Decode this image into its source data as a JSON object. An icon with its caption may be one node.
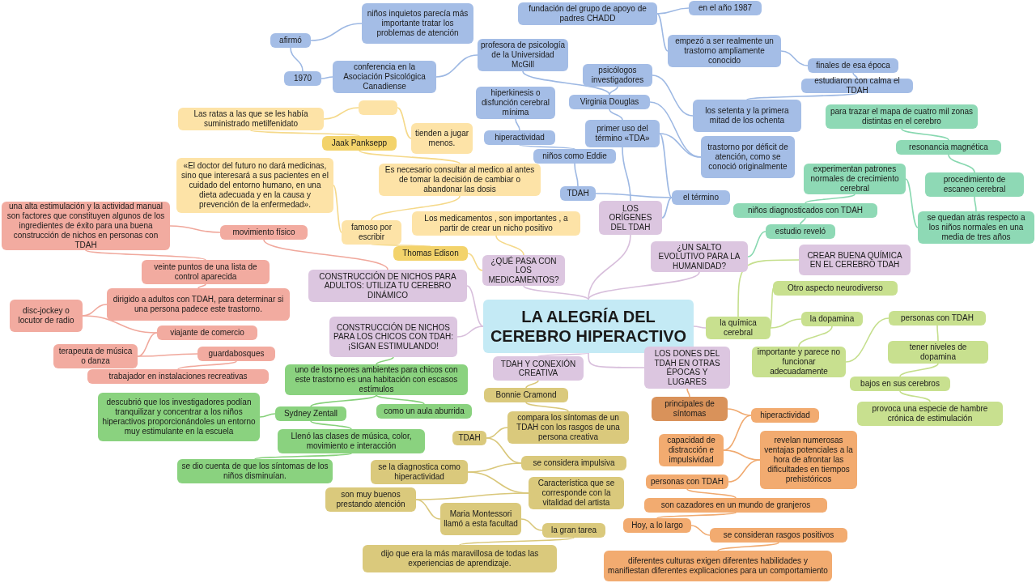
{
  "diagram": {
    "nodes": [
      {
        "text": [
          "LA ALEGRÍA DEL CEREBRO HIPERACTIVO"
        ]
      },
      {
        "text": [
          "LOS ORÍGENES DEL TDAH"
        ]
      },
      {
        "text": [
          "el término"
        ]
      },
      {
        "text": [
          "TDAH"
        ]
      },
      {
        "text": [
          "niños como Eddie"
        ]
      },
      {
        "text": [
          "hiperactividad"
        ]
      },
      {
        "text": [
          "hiperkinesis o disfunción cerebral mínima"
        ]
      },
      {
        "text": [
          "primer uso del término «TDA»"
        ]
      },
      {
        "text": [
          "Virginia Douglas"
        ]
      },
      {
        "text": [
          "psicólogos investigadores"
        ]
      },
      {
        "text": [
          "profesora de psicología de la Universidad McGill"
        ]
      },
      {
        "text": [
          "conferencia en la Asociación Psicológica Canadiense"
        ]
      },
      {
        "text": [
          "1970"
        ]
      },
      {
        "text": [
          "afirmó"
        ]
      },
      {
        "text": [
          "niños inquietos parecía más importante tratar los problemas de atención"
        ]
      },
      {
        "text": [
          "los setenta y la primera mitad de los ochenta"
        ]
      },
      {
        "text": [
          "estudiaron con calma el TDAH"
        ]
      },
      {
        "text": [
          "finales de esa época"
        ]
      },
      {
        "text": [
          "empezó a ser realmente un trastorno ampliamente conocido"
        ]
      },
      {
        "text": [
          "fundación del grupo de apoyo de padres CHADD"
        ]
      },
      {
        "text": [
          "en el año 1987"
        ]
      },
      {
        "text": [
          "trastorno por déficit de atención, como se conoció originalmente"
        ]
      },
      {
        "text": [
          "¿QUÉ PASA CON LOS MEDICAMENTOS?"
        ]
      },
      {
        "text": [
          "Thomas Edison"
        ]
      },
      {
        "text": [
          "famoso por escribir"
        ]
      },
      {
        "text": [
          "«El doctor del futuro no dará medicinas, sino que interesará a sus pacientes en el cuidado del entorno humano, en una dieta adecuada y en la causa y prevención de la enfermedad»."
        ]
      },
      {
        "text": [
          "Los medicamentos , son importantes , a partir de crear un nicho positivo"
        ]
      },
      {
        "text": [
          "Es necesario consultar al medico al antes de tomar la decisión de cambiar o abandonar las dosis"
        ]
      },
      {
        "text": [
          "Jaak Panksepp"
        ]
      },
      {
        "text": [
          "Las ratas a las que se les había suministrado metilfenidato"
        ]
      },
      {
        "text": [],
        "shape": "box"
      },
      {
        "text": [
          "tienden a jugar menos."
        ]
      },
      {
        "text": [
          "CONSTRUCCIÓN DE NICHOS PARA ADULTOS: UTILIZA TU CEREBRO DINÁMICO"
        ]
      },
      {
        "text": [
          "movimiento físico"
        ]
      },
      {
        "text": [
          "una alta estimulación y la actividad manual son factores que constituyen algunos de los ingredientes de éxito para una buena construcción de nichos en personas con TDAH"
        ]
      },
      {
        "text": [
          "veinte puntos de una lista de control aparecida"
        ]
      },
      {
        "text": [
          "dirigido a adultos con TDAH, para determinar si una persona padece este trastorno."
        ]
      },
      {
        "text": [
          "disc-jockey o locutor de radio"
        ]
      },
      {
        "text": [
          "viajante de comercio"
        ]
      },
      {
        "text": [
          "terapeuta de música o danza"
        ]
      },
      {
        "text": [
          "guardabosques"
        ]
      },
      {
        "text": [
          "trabajador en instalaciones recreativas"
        ]
      },
      {
        "text": [
          "CONSTRUCCIÓN DE NICHOS PARA LOS CHICOS CON TDAH: ¡SIGAN ESTIMULANDO!"
        ]
      },
      {
        "text": [
          "uno de los peores ambientes para chicos con este trastorno es una habitación con escasos estímulos"
        ]
      },
      {
        "text": [
          "como un aula aburrida"
        ]
      },
      {
        "text": [
          "Sydney Zentall"
        ]
      },
      {
        "text": [
          "descubrió que los investigadores podían tranquilizar y concentrar a los niños hiperactivos proporcionándoles un entorno muy estimulante en la escuela"
        ]
      },
      {
        "text": [
          "Llenó las clases de música, color, movimiento e interacción"
        ]
      },
      {
        "text": [
          "se dio cuenta de que los síntomas de los niños disminuían."
        ]
      },
      {
        "text": [
          "TDAH Y CONEXIÓN CREATIVA"
        ]
      },
      {
        "text": [
          "Bonnie Cramond"
        ]
      },
      {
        "text": [
          "compara los síntomas de un TDAH con los rasgos de una persona creativa"
        ]
      },
      {
        "text": [
          "TDAH"
        ]
      },
      {
        "text": [
          "se considera impulsiva"
        ]
      },
      {
        "text": [
          "se la diagnostica como hiperactividad"
        ]
      },
      {
        "text": [
          "Característica que se corresponde con la vitalidad del artista"
        ]
      },
      {
        "text": [
          "son muy buenos prestando atención"
        ]
      },
      {
        "text": [
          "Maria Montessori llamó a esta facultad"
        ]
      },
      {
        "text": [
          "la gran tarea"
        ]
      },
      {
        "text": [
          "dijo que era la más maravillosa de todas las experiencias de aprendizaje."
        ]
      },
      {
        "text": [
          "LOS DONES DEL TDAH EN OTRAS ÉPOCAS Y LUGARES"
        ]
      },
      {
        "text": [
          "principales de síntomas"
        ]
      },
      {
        "text": [
          "hiperactividad"
        ]
      },
      {
        "text": [
          "capacidad de distracción e impulsividad"
        ]
      },
      {
        "text": [
          "revelan numerosas ventajas potenciales a la hora de afrontar las dificultades en tiempos prehistóricos"
        ]
      },
      {
        "text": [
          "personas con TDAH"
        ]
      },
      {
        "text": [
          "son cazadores en un mundo de granjeros"
        ]
      },
      {
        "text": [
          "Hoy, a lo largo"
        ]
      },
      {
        "text": [
          "se consideran rasgos positivos"
        ]
      },
      {
        "text": [
          "diferentes culturas exigen diferentes habilidades y manifiestan diferentes explicaciones para un comportamiento"
        ]
      },
      {
        "text": [
          "CREAR BUENA QUÍMICA EN EL CEREBRO TDAH"
        ]
      },
      {
        "text": [
          "la química cerebral"
        ]
      },
      {
        "text": [
          "Otro aspecto neurodiverso"
        ]
      },
      {
        "text": [
          "la dopamina"
        ]
      },
      {
        "text": [
          "importante y parece no funcionar adecuadamente"
        ]
      },
      {
        "text": [
          "personas con TDAH"
        ]
      },
      {
        "text": [
          "tener niveles de dopamina"
        ]
      },
      {
        "text": [
          "bajos en sus cerebros"
        ]
      },
      {
        "text": [
          "provoca una especie de hambre crónica de estimulación"
        ]
      },
      {
        "text": [
          "¿UN SALTO EVOLUTIVO PARA LA HUMANIDAD?"
        ]
      },
      {
        "text": [
          "estudio reveló"
        ]
      },
      {
        "text": [
          "niños diagnosticados con TDAH"
        ]
      },
      {
        "text": [
          "experimentan patrones normales de crecimiento cerebral"
        ]
      },
      {
        "text": [
          "se quedan atrás respecto a los niños normales en una media de tres años"
        ]
      },
      {
        "text": [
          "procedimiento de escaneo cerebral"
        ]
      },
      {
        "text": [
          "resonancia magnética"
        ]
      },
      {
        "text": [
          "para trazar el mapa de cuatro mil zonas distintas en el cerebro"
        ]
      }
    ],
    "edges": [
      {
        "from": 0,
        "to": 1,
        "arrow": "none",
        "color": "#d8bfdc"
      },
      {
        "from": 1,
        "to": 2,
        "arrow": "none",
        "color": "#9db8e3"
      },
      {
        "from": 2,
        "to": 3,
        "arrow": "none",
        "color": "#9db8e3"
      },
      {
        "from": 3,
        "to": 4,
        "arrow": "none",
        "color": "#9db8e3"
      },
      {
        "from": 4,
        "to": 5,
        "arrow": "none",
        "color": "#9db8e3"
      },
      {
        "from": 5,
        "to": 6,
        "arrow": "none",
        "color": "#9db8e3"
      },
      {
        "from": 1,
        "to": 7,
        "arrow": "none",
        "color": "#9db8e3"
      },
      {
        "from": 7,
        "to": 2,
        "arrow": "none",
        "color": "#9db8e3"
      },
      {
        "from": 7,
        "to": 8,
        "arrow": "none",
        "color": "#9db8e3"
      },
      {
        "from": 7,
        "to": 21,
        "arrow": "none",
        "color": "#9db8e3"
      },
      {
        "from": 8,
        "to": 21,
        "arrow": "none",
        "color": "#9db8e3"
      },
      {
        "from": 8,
        "to": 9,
        "arrow": "none",
        "color": "#9db8e3"
      },
      {
        "from": 9,
        "to": 15,
        "arrow": "none",
        "color": "#9db8e3"
      },
      {
        "from": 15,
        "to": 16,
        "arrow": "none",
        "color": "#9db8e3"
      },
      {
        "from": 16,
        "to": 17,
        "arrow": "none",
        "color": "#9db8e3"
      },
      {
        "from": 17,
        "to": 18,
        "arrow": "none",
        "color": "#9db8e3"
      },
      {
        "from": 18,
        "to": 19,
        "arrow": "none",
        "color": "#9db8e3"
      },
      {
        "from": 19,
        "to": 20,
        "arrow": "none",
        "color": "#9db8e3"
      },
      {
        "from": 8,
        "to": 10,
        "arrow": "none",
        "color": "#9db8e3"
      },
      {
        "from": 10,
        "to": 11,
        "arrow": "none",
        "color": "#9db8e3"
      },
      {
        "from": 11,
        "to": 12,
        "arrow": "none",
        "color": "#9db8e3"
      },
      {
        "from": 12,
        "to": 13,
        "arrow": "none",
        "color": "#9db8e3"
      },
      {
        "from": 13,
        "to": 14,
        "arrow": "none",
        "color": "#9db8e3"
      },
      {
        "from": 0,
        "to": 22,
        "arrow": "none",
        "color": "#d8bfdc"
      },
      {
        "from": 22,
        "to": 23,
        "arrow": "none",
        "color": "#f5d98a"
      },
      {
        "from": 23,
        "to": 24,
        "arrow": "none",
        "color": "#f5d98a"
      },
      {
        "from": 24,
        "to": 25,
        "arrow": "none",
        "color": "#f5d98a"
      },
      {
        "from": 22,
        "to": 26,
        "arrow": "none",
        "color": "#f5d98a"
      },
      {
        "from": 24,
        "to": 27,
        "arrow": "none",
        "color": "#f5d98a"
      },
      {
        "from": 27,
        "to": 28,
        "arrow": "none",
        "color": "#f5d98a"
      },
      {
        "from": 28,
        "to": 29,
        "arrow": "none",
        "color": "#f5d98a"
      },
      {
        "from": 29,
        "to": 30,
        "arrow": "none",
        "color": "#f5d98a"
      },
      {
        "from": 30,
        "to": 31,
        "arrow": "none",
        "color": "#f5d98a"
      },
      {
        "from": 0,
        "to": 32,
        "arrow": "none",
        "color": "#d8bfdc"
      },
      {
        "from": 32,
        "to": 33,
        "arrow": "none",
        "color": "#f0a89c"
      },
      {
        "from": 33,
        "to": 34,
        "arrow": "none",
        "color": "#f0a89c"
      },
      {
        "from": 34,
        "to": 35,
        "arrow": "none",
        "color": "#f0a89c"
      },
      {
        "from": 35,
        "to": 36,
        "arrow": "none",
        "color": "#f0a89c"
      },
      {
        "from": 36,
        "to": 37,
        "arrow": "none",
        "color": "#f0a89c"
      },
      {
        "from": 37,
        "to": 38,
        "arrow": "none",
        "color": "#f0a89c"
      },
      {
        "from": 38,
        "to": 39,
        "arrow": "none",
        "color": "#f0a89c"
      },
      {
        "from": 39,
        "to": 40,
        "arrow": "none",
        "color": "#f0a89c"
      },
      {
        "from": 40,
        "to": 41,
        "arrow": "none",
        "color": "#f0a89c"
      },
      {
        "from": 0,
        "to": 42,
        "arrow": "none",
        "color": "#d8bfdc"
      },
      {
        "from": 42,
        "to": 43,
        "arrow": "none",
        "color": "#86d07a"
      },
      {
        "from": 43,
        "to": 44,
        "arrow": "none",
        "color": "#86d07a"
      },
      {
        "from": 43,
        "to": 45,
        "arrow": "none",
        "color": "#86d07a"
      },
      {
        "from": 45,
        "to": 46,
        "arrow": "none",
        "color": "#86d07a"
      },
      {
        "from": 45,
        "to": 47,
        "arrow": "none",
        "color": "#86d07a"
      },
      {
        "from": 47,
        "to": 48,
        "arrow": "none",
        "color": "#86d07a"
      },
      {
        "from": 0,
        "to": 49,
        "arrow": "none",
        "color": "#d8bfdc"
      },
      {
        "from": 49,
        "to": 50,
        "arrow": "none",
        "color": "#d9c77a"
      },
      {
        "from": 50,
        "to": 51,
        "arrow": "none",
        "color": "#d9c77a"
      },
      {
        "from": 51,
        "to": 52,
        "arrow": "none",
        "color": "#d9c77a"
      },
      {
        "from": 52,
        "to": 53,
        "arrow": "none",
        "color": "#d9c77a"
      },
      {
        "from": 53,
        "to": 54,
        "arrow": "none",
        "color": "#d9c77a"
      },
      {
        "from": 54,
        "to": 55,
        "arrow": "none",
        "color": "#d9c77a"
      },
      {
        "from": 55,
        "to": 56,
        "arrow": "none",
        "color": "#d9c77a"
      },
      {
        "from": 56,
        "to": 57,
        "arrow": "none",
        "color": "#d9c77a"
      },
      {
        "from": 57,
        "to": 58,
        "arrow": "none",
        "color": "#d9c77a"
      },
      {
        "from": 58,
        "to": 59,
        "arrow": "none",
        "color": "#d9c77a"
      },
      {
        "from": 0,
        "to": 60,
        "arrow": "none",
        "color": "#d8bfdc"
      },
      {
        "from": 60,
        "to": 61,
        "arrow": "none",
        "color": "#f0aa70"
      },
      {
        "from": 61,
        "to": 62,
        "arrow": "none",
        "color": "#f0aa70"
      },
      {
        "from": 62,
        "to": 63,
        "arrow": "none",
        "color": "#f0aa70"
      },
      {
        "from": 63,
        "to": 64,
        "arrow": "none",
        "color": "#f0aa70"
      },
      {
        "from": 64,
        "to": 65,
        "arrow": "none",
        "color": "#f0aa70"
      },
      {
        "from": 65,
        "to": 66,
        "arrow": "none",
        "color": "#f0aa70"
      },
      {
        "from": 66,
        "to": 67,
        "arrow": "none",
        "color": "#f0aa70"
      },
      {
        "from": 67,
        "to": 68,
        "arrow": "none",
        "color": "#f0aa70"
      },
      {
        "from": 68,
        "to": 69,
        "arrow": "none",
        "color": "#f0aa70"
      },
      {
        "from": 0,
        "to": 71,
        "arrow": "none",
        "color": "#d8bfdc"
      },
      {
        "from": 71,
        "to": 70,
        "arrow": "none",
        "color": "#c5df8d"
      },
      {
        "from": 71,
        "to": 72,
        "arrow": "none",
        "color": "#c5df8d"
      },
      {
        "from": 71,
        "to": 73,
        "arrow": "none",
        "color": "#c5df8d"
      },
      {
        "from": 73,
        "to": 74,
        "arrow": "none",
        "color": "#c5df8d"
      },
      {
        "from": 74,
        "to": 75,
        "arrow": "none",
        "color": "#c5df8d"
      },
      {
        "from": 75,
        "to": 76,
        "arrow": "none",
        "color": "#c5df8d"
      },
      {
        "from": 76,
        "to": 77,
        "arrow": "none",
        "color": "#c5df8d"
      },
      {
        "from": 77,
        "to": 78,
        "arrow": "none",
        "color": "#c5df8d"
      },
      {
        "from": 0,
        "to": 79,
        "arrow": "none",
        "color": "#d8bfdc"
      },
      {
        "from": 79,
        "to": 80,
        "arrow": "none",
        "color": "#88d8b0"
      },
      {
        "from": 80,
        "to": 81,
        "arrow": "none",
        "color": "#88d8b0"
      },
      {
        "from": 81,
        "to": 82,
        "arrow": "none",
        "color": "#88d8b0"
      },
      {
        "from": 82,
        "to": 83,
        "arrow": "none",
        "color": "#88d8b0"
      },
      {
        "from": 83,
        "to": 84,
        "arrow": "none",
        "color": "#88d8b0"
      },
      {
        "from": 84,
        "to": 85,
        "arrow": "none",
        "color": "#88d8b0"
      },
      {
        "from": 85,
        "to": 86,
        "arrow": "none",
        "color": "#88d8b0"
      }
    ]
  }
}
